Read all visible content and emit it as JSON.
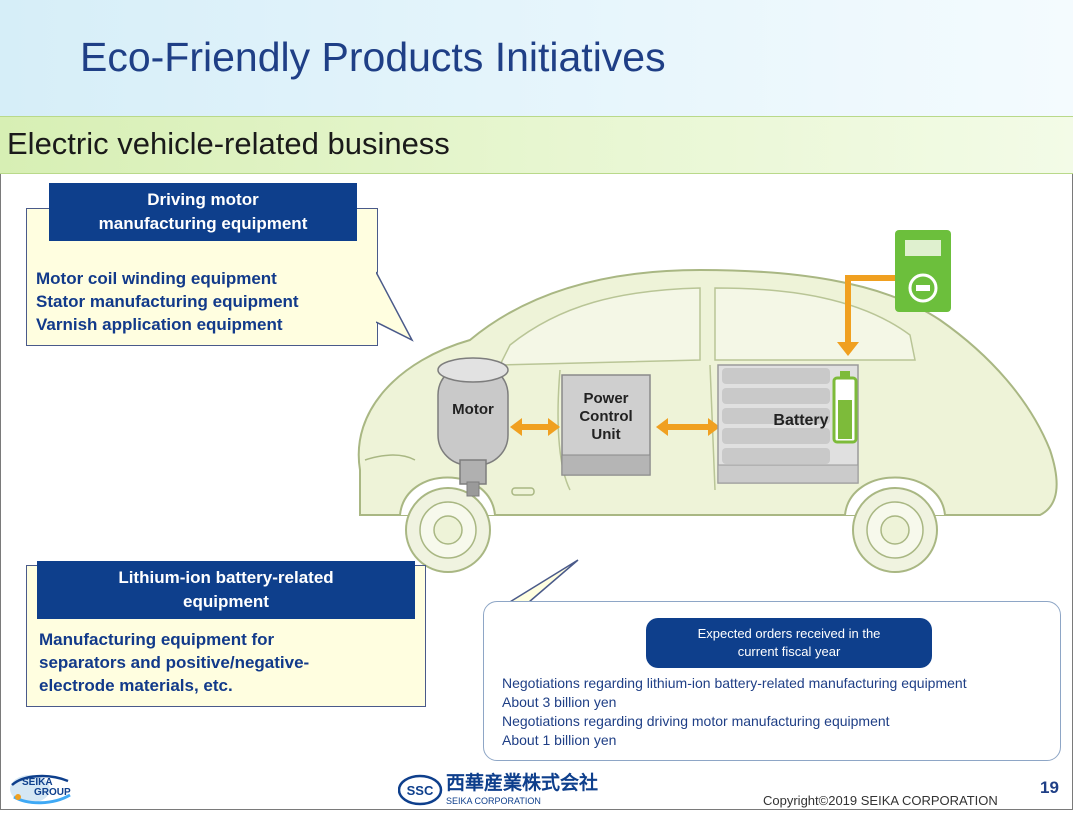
{
  "slide": {
    "title": "Eco-Friendly Products Initiatives",
    "subtitle": "Electric vehicle-related business",
    "page_number": "19",
    "copyright": "Copyright©2019 SEIKA CORPORATION"
  },
  "callout_motor": {
    "label_line1": "Driving motor",
    "label_line2": "manufacturing equipment",
    "items": [
      "Motor coil winding equipment",
      "Stator manufacturing equipment",
      "Varnish application equipment"
    ]
  },
  "callout_battery": {
    "label_line1": "Lithium-ion battery-related",
    "label_line2": "equipment",
    "body_line1": "Manufacturing equipment for",
    "body_line2": "separators and positive/negative-",
    "body_line3": "electrode materials, etc."
  },
  "diagram": {
    "motor_label": "Motor",
    "pcu_line1": "Power",
    "pcu_line2": "Control",
    "pcu_line3": "Unit",
    "battery_label": "Battery"
  },
  "orders": {
    "heading_line1": "Expected orders received in the",
    "heading_line2": "current fiscal year",
    "lines": [
      "Negotiations regarding lithium-ion battery-related manufacturing equipment",
      "About 3 billion yen",
      "Negotiations regarding driving motor manufacturing equipment",
      "About 1 billion yen"
    ]
  },
  "logos": {
    "group_line1": "SEIKA",
    "group_line2": "GROUP",
    "ssc_mark": "SSC",
    "company_jp": "西華産業株式会社",
    "company_en": "SEIKA CORPORATION"
  },
  "colors": {
    "title_text": "#1f3f86",
    "label_bg": "#0e3f8c",
    "callout_bg": "#fffee0",
    "arrow": "#f0a020",
    "charger": "#6cbf3c"
  }
}
